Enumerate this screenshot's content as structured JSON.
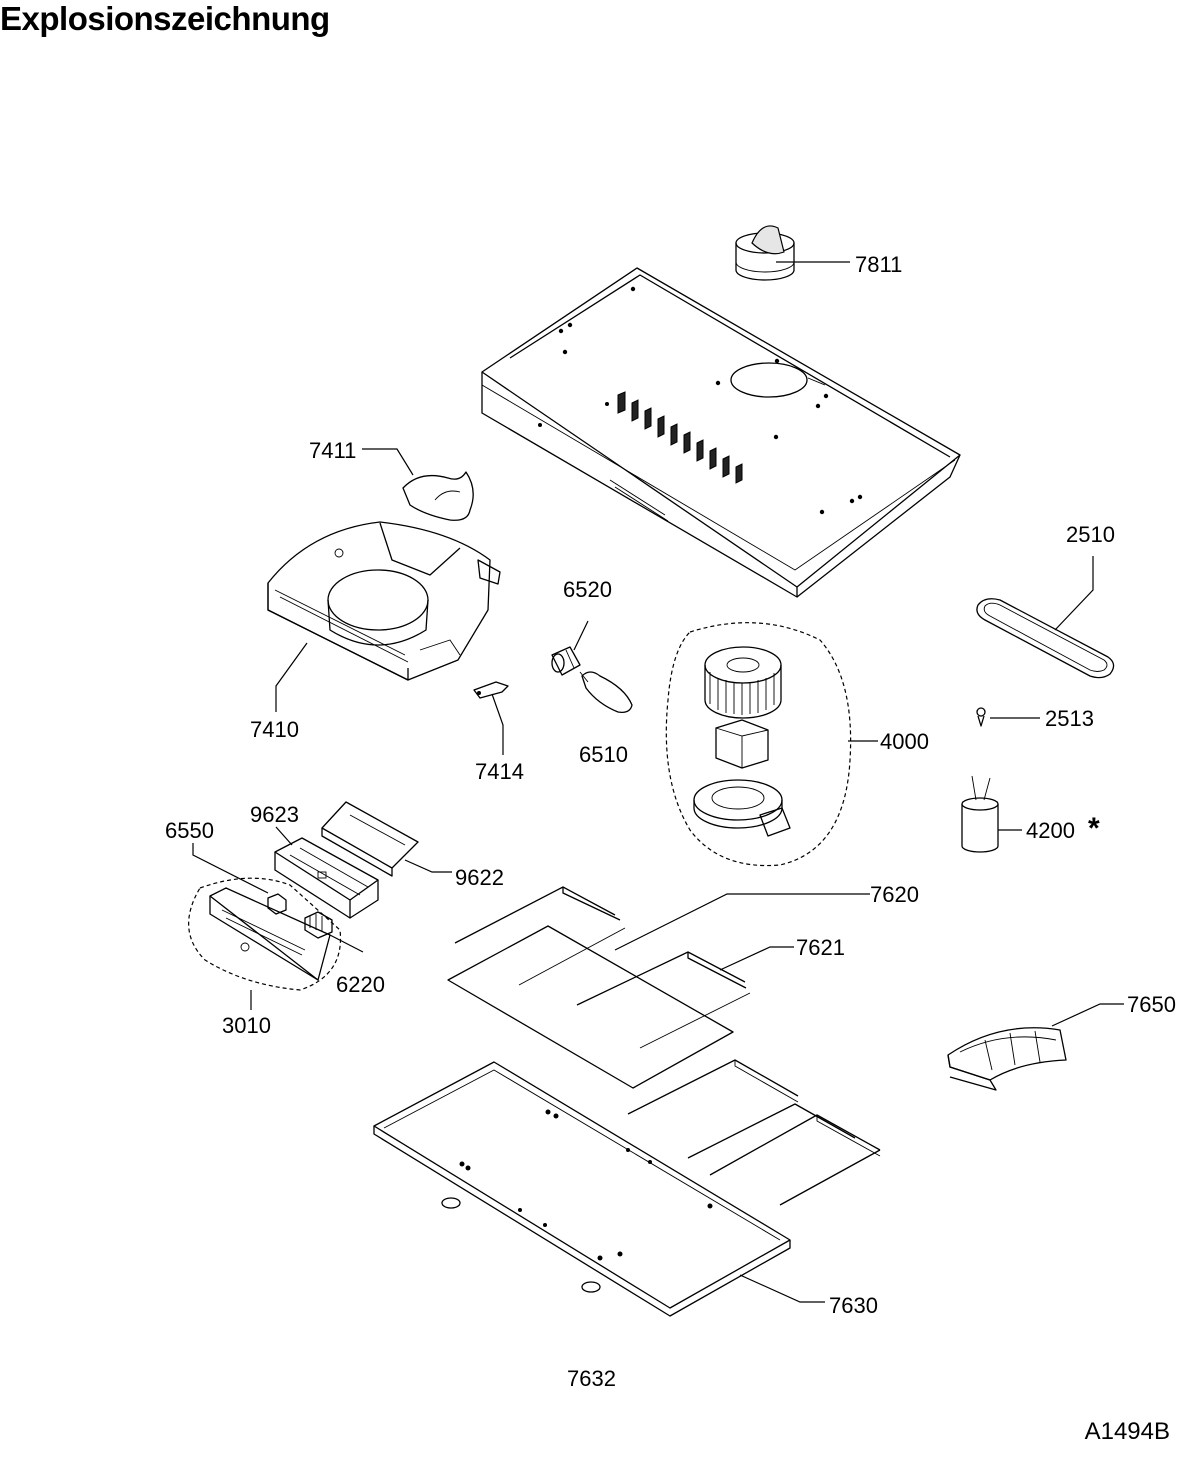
{
  "title": "Explosionszeichnung",
  "drawing_code": "A1494B",
  "parts": {
    "p7811": "7811",
    "p7411": "7411",
    "p2510": "2510",
    "p6520": "6520",
    "p7410": "7410",
    "p2513": "2513",
    "p4000": "4000",
    "p7414": "7414",
    "p6510": "6510",
    "p9623": "9623",
    "p6550": "6550",
    "p4200": "4200",
    "p4200_mark": "*",
    "p9622": "9622",
    "p7620": "7620",
    "p7621": "7621",
    "p6220": "6220",
    "p7650": "7650",
    "p3010": "3010",
    "p7630": "7630",
    "p7632": "7632"
  }
}
